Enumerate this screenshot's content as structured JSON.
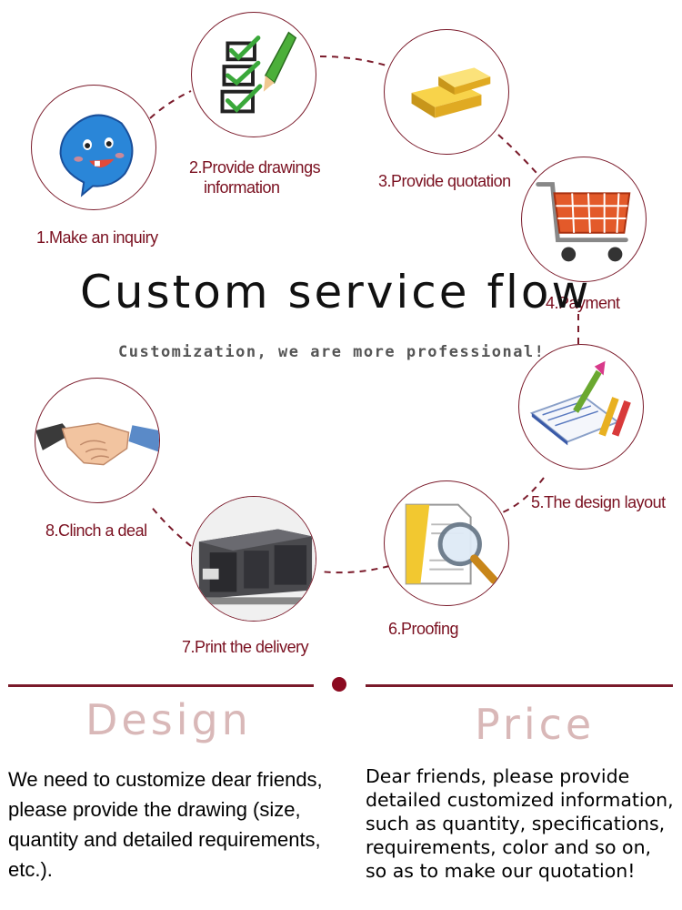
{
  "title": "Custom service flow",
  "subtitle": "Customization, we are more professional!",
  "colors": {
    "accent": "#7a1a2a",
    "label": "#7a1020",
    "heading_faded": "#d9b8b8"
  },
  "steps": [
    {
      "label": "1.Make an inquiry",
      "icon": "chat-bubble-icon"
    },
    {
      "label": "2.Provide drawings",
      "label_line2": "information",
      "icon": "checklist-pencil-icon"
    },
    {
      "label": "3.Provide quotation",
      "icon": "gold-bars-icon"
    },
    {
      "label": "4.Payment",
      "icon": "shopping-cart-icon"
    },
    {
      "label": "5.The design layout",
      "icon": "notebook-brush-icon"
    },
    {
      "label": "6.Proofing",
      "icon": "magnifier-document-icon"
    },
    {
      "label": "7.Print the delivery",
      "icon": "printing-press-icon"
    },
    {
      "label": "8.Clinch a deal",
      "icon": "handshake-icon"
    }
  ],
  "design": {
    "heading": "Design",
    "text": "We need to customize dear friends, please provide the drawing (size, quantity and detailed requirements, etc.)."
  },
  "price": {
    "heading": "Price",
    "text": "Dear friends, please provide detailed customized information, such as quantity, specifications, requirements, color and so on, so as to make our quotation!"
  }
}
